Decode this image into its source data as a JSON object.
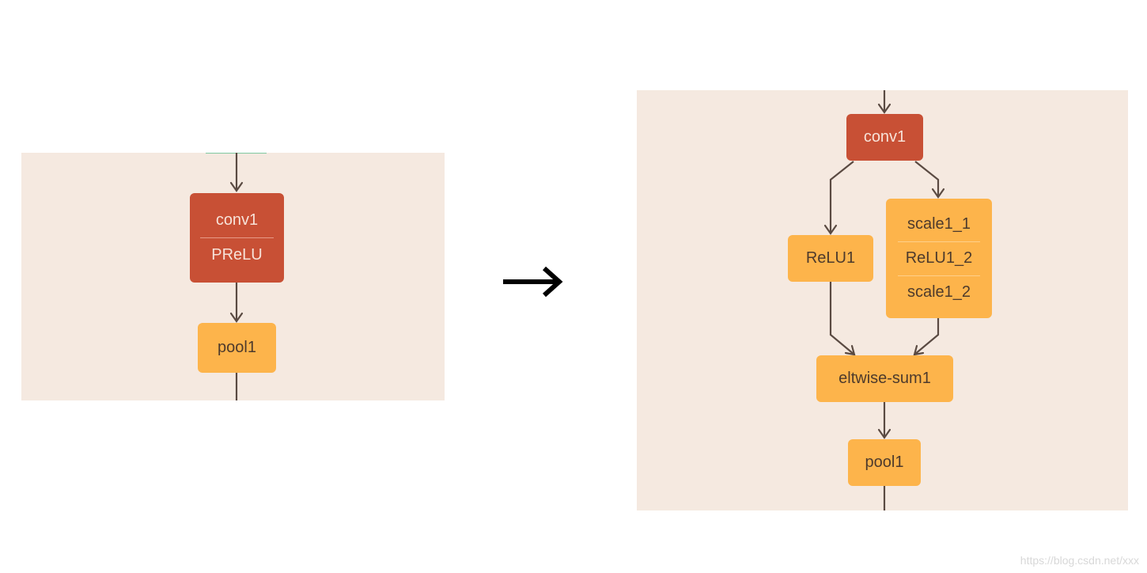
{
  "before": {
    "conv1_label": "conv1",
    "prelu_label": "PReLU",
    "pool1_label": "pool1"
  },
  "after": {
    "conv1_label": "conv1",
    "relu1_label": "ReLU1",
    "scale1_1_label": "scale1_1",
    "relu1_2_label": "ReLU1_2",
    "scale1_2_label": "scale1_2",
    "eltwise_label": "eltwise-sum1",
    "pool1_label": "pool1"
  },
  "transform_arrow": "→",
  "watermark": "https://blog.csdn.net/xxx",
  "colors": {
    "panel_bg": "#f5e9e0",
    "conv_red": "#c85035",
    "layer_orange": "#fdb44b",
    "edge": "#5a4a42"
  }
}
